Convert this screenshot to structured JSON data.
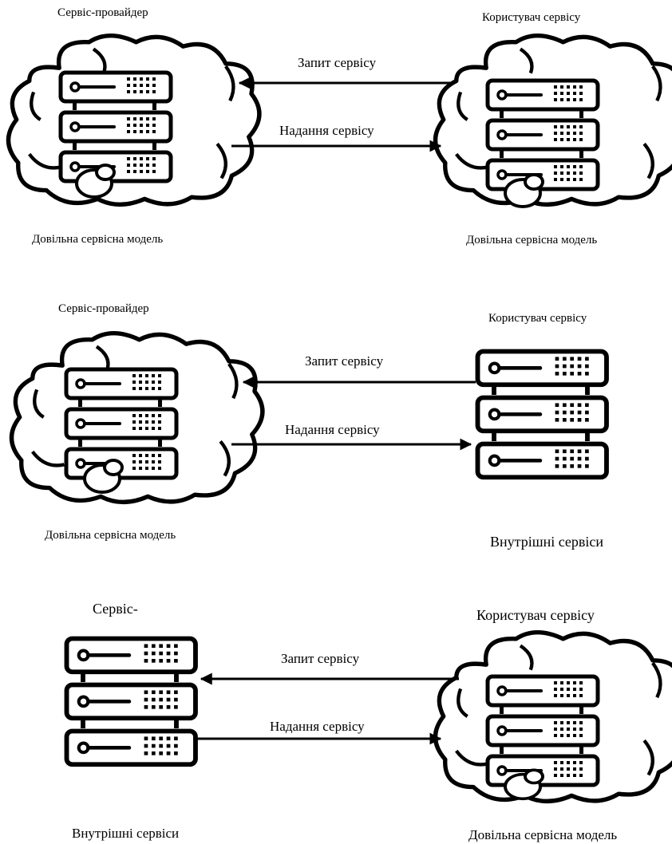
{
  "panels": [
    {
      "provider_title": "Сервіс-провайдер",
      "consumer_title": "Користувач  сервісу",
      "request_label": "Запит сервісу",
      "provide_label": "Надання сервісу",
      "provider_caption": "Довільна сервісна модель",
      "consumer_caption": "Довільна  сервісна  модель"
    },
    {
      "provider_title": "Сервіс-провайдер",
      "consumer_title": "Користувач сервісу",
      "request_label": "Запит сервісу",
      "provide_label": "Надання сервісу",
      "provider_caption": "Довільна сервісна модель",
      "consumer_caption": "Внутрішні  сервіси"
    },
    {
      "provider_title": "Сервіс-",
      "consumer_title": "Користувач сервісу",
      "request_label": "Запит сервісу",
      "provide_label": "Надання сервісу",
      "provider_caption": "Внутрішні  сервіси",
      "consumer_caption": "Довільна сервісна модель"
    }
  ]
}
